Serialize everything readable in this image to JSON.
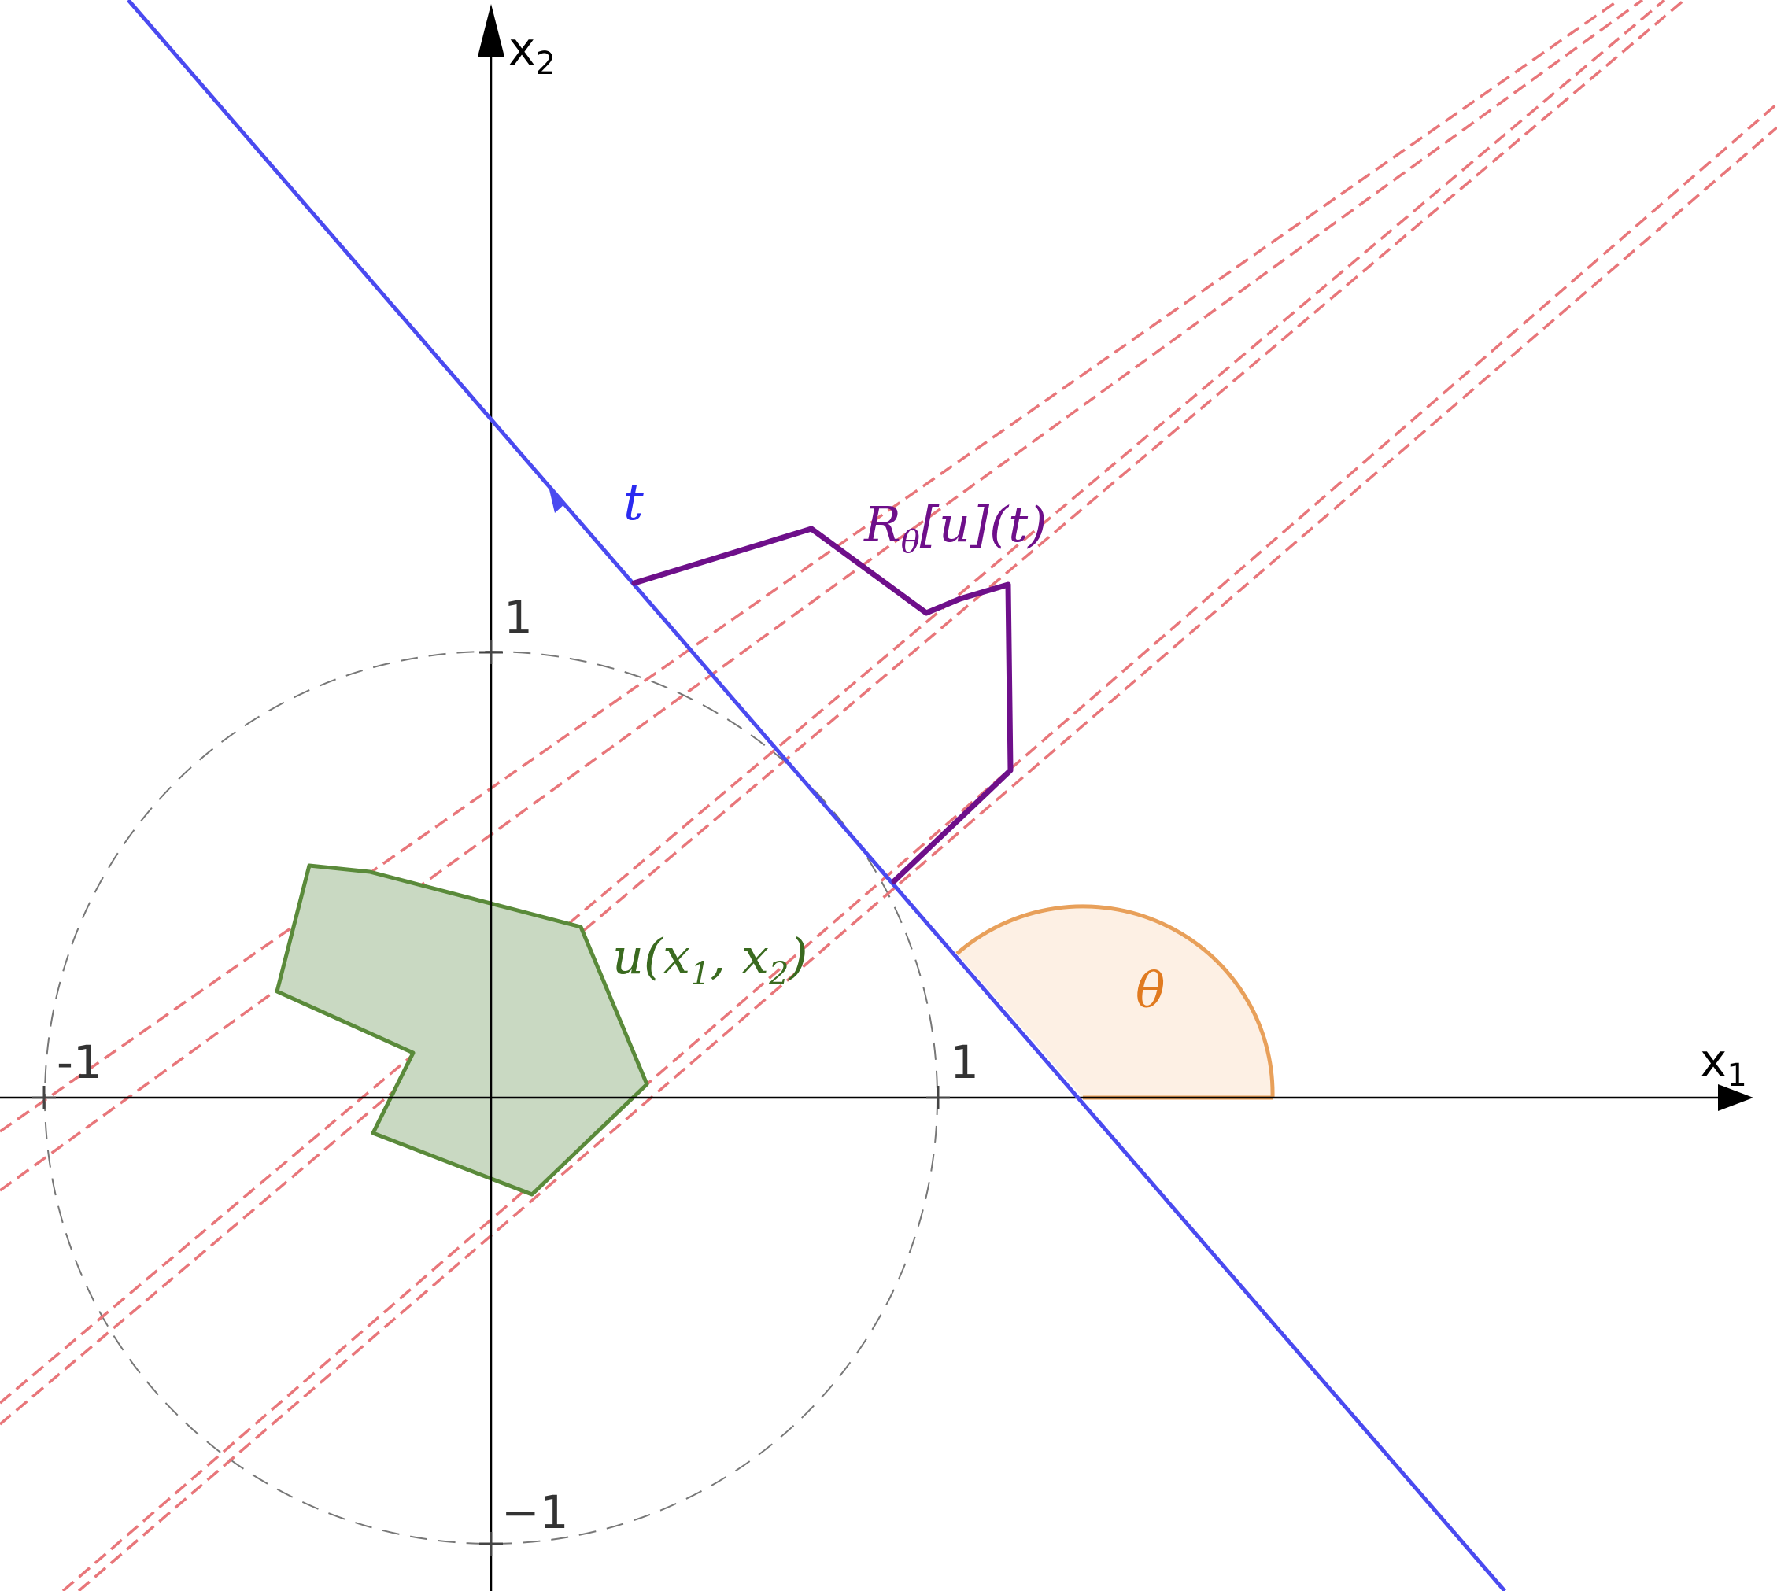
{
  "axes": {
    "x_label": "x",
    "x_label_sub": "1",
    "y_label": "x",
    "y_label_sub": "2",
    "x_ticks": [
      {
        "value": -1,
        "label": "-1"
      },
      {
        "value": 1,
        "label": "1"
      }
    ],
    "y_ticks": [
      {
        "value": 1,
        "label": "1"
      },
      {
        "value": -1,
        "label": "−1"
      }
    ]
  },
  "labels": {
    "t": "t",
    "theta": "θ",
    "u": "u(x",
    "u_sub1": "1",
    "u_mid": ", x",
    "u_sub2": "2",
    "u_end": ")",
    "radon": "R",
    "radon_sub": "θ",
    "radon_rest": "[u](t)"
  },
  "colors": {
    "axis": "#000000",
    "blue_line": "#4a4af0",
    "projection": "#6e0f8a",
    "polygon_fill": "#c9d9c2",
    "polygon_stroke": "#5a8a3a",
    "polygon_label": "#3a6a1f",
    "rays": "#e8767a",
    "circle": "#777777",
    "angle_fill": "#fdf0e4",
    "angle_stroke": "#e8a05a",
    "angle_label": "#e07a1f",
    "t_label": "#2a2af0"
  }
}
